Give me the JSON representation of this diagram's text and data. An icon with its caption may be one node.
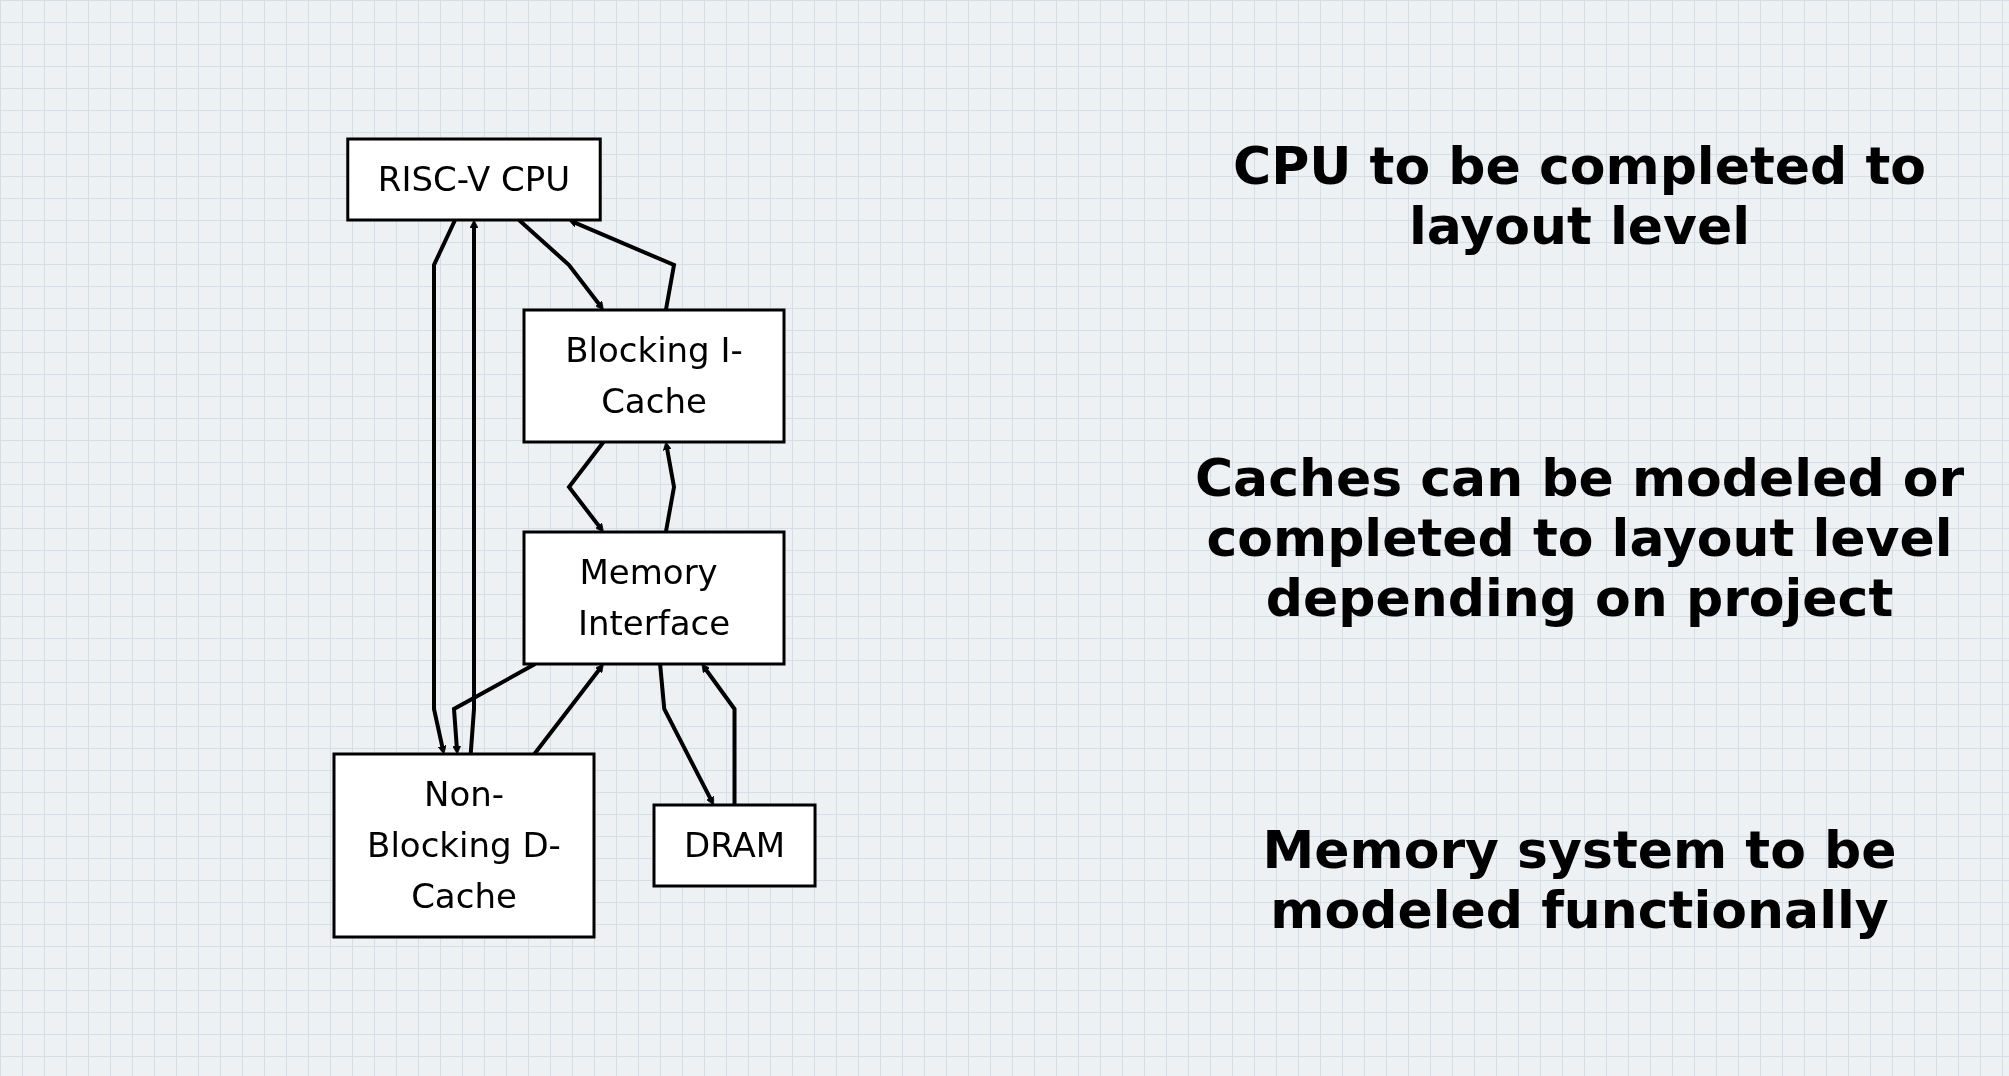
{
  "diagram": {
    "nodes": [
      {
        "text": [
          "RISC-V CPU"
        ]
      },
      {
        "text": [
          "Blocking I-Cache"
        ]
      },
      {
        "text": [
          "Non-Blocking D-Cache"
        ]
      },
      {
        "text": [
          "Memory Interface"
        ]
      },
      {
        "text": [
          "DRAM"
        ]
      }
    ],
    "edges": [
      {
        "from": 0,
        "to": 1,
        "arrow": "to"
      },
      {
        "from": 1,
        "to": 0,
        "arrow": "to"
      },
      {
        "from": 0,
        "to": 2,
        "arrow": "to"
      },
      {
        "from": 2,
        "to": 0,
        "arrow": "to"
      },
      {
        "from": 1,
        "to": 3,
        "arrow": "to"
      },
      {
        "from": 3,
        "to": 1,
        "arrow": "to"
      },
      {
        "from": 2,
        "to": 3,
        "arrow": "to"
      },
      {
        "from": 3,
        "to": 2,
        "arrow": "to"
      },
      {
        "from": 3,
        "to": 4,
        "arrow": "to"
      },
      {
        "from": 4,
        "to": 3,
        "arrow": "to"
      }
    ],
    "labels": [
      "CPU to be completed to layout level",
      "Caches can be modeled or completed to layout level depending on project",
      "Memory system to be modeled functionally"
    ]
  }
}
